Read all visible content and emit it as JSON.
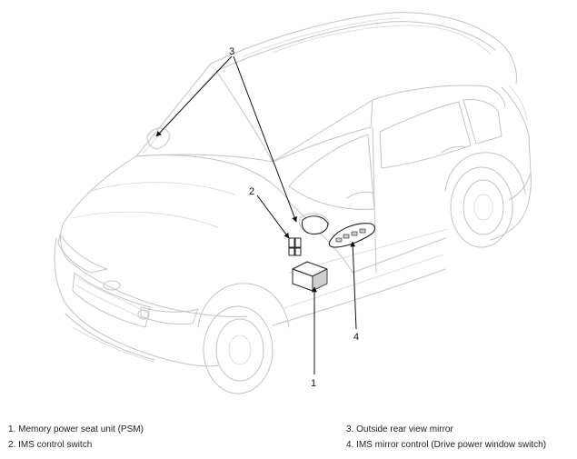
{
  "callouts": {
    "c1": "1",
    "c2": "2",
    "c3": "3",
    "c4": "4"
  },
  "legend": [
    "1. Memory power seat unit (PSM)",
    "2. IMS control switch",
    "3. Outside rear view mirror",
    "4. IMS mirror control (Drive power window switch)"
  ],
  "colors": {
    "car_outline": "#c4c4c4",
    "component_outline": "#222222",
    "leader_line": "#111111"
  }
}
